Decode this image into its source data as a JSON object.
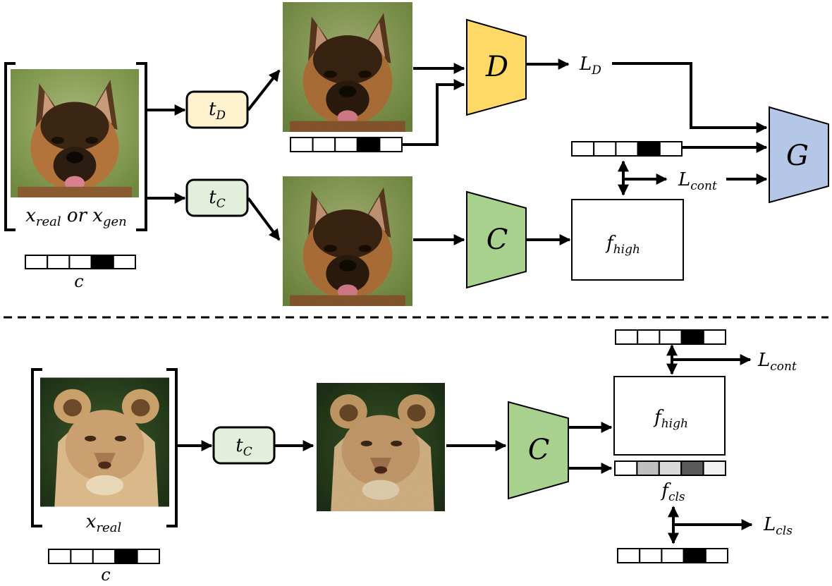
{
  "top": {
    "input_caption": {
      "x": "x",
      "real": "real",
      "or": " or ",
      "gen": "gen"
    },
    "label_vector": {
      "caption": "c",
      "active_index": 3
    },
    "aug_d": {
      "sym": "t",
      "sub": "D",
      "fill": "#fff3cf"
    },
    "aug_c": {
      "sym": "t",
      "sub": "C",
      "fill": "#e3efda"
    },
    "discriminator": {
      "label": "D",
      "fill": "#ffd966"
    },
    "classifier": {
      "label": "C",
      "fill": "#a9d18e"
    },
    "generator": {
      "label": "G",
      "fill": "#b4c7e7"
    },
    "feature": {
      "sym": "f",
      "sub": "high"
    },
    "loss_d": {
      "sym": "L",
      "sub": "D"
    },
    "loss_cont": {
      "sym": "L",
      "sub": "cont"
    },
    "d_vector_active_index": 3,
    "g_vector_active_index": 3
  },
  "bottom": {
    "input_caption": {
      "x": "x",
      "real": "real"
    },
    "label_vector": {
      "caption": "c",
      "active_index": 3
    },
    "aug_c": {
      "sym": "t",
      "sub": "C",
      "fill": "#e3efda"
    },
    "classifier": {
      "label": "C",
      "fill": "#a9d18e"
    },
    "feature": {
      "sym": "f",
      "sub": "high"
    },
    "feature_cls": {
      "sym": "f",
      "sub": "cls",
      "cells": [
        "#ffffff",
        "#bfbfbf",
        "#d9d9d9",
        "#595959",
        "#f2f2f2"
      ]
    },
    "loss_cont": {
      "sym": "L",
      "sub": "cont"
    },
    "loss_cls": {
      "sym": "L",
      "sub": "cls"
    },
    "cont_vector_active_index": 3,
    "cls_vector_active_index": 3
  }
}
